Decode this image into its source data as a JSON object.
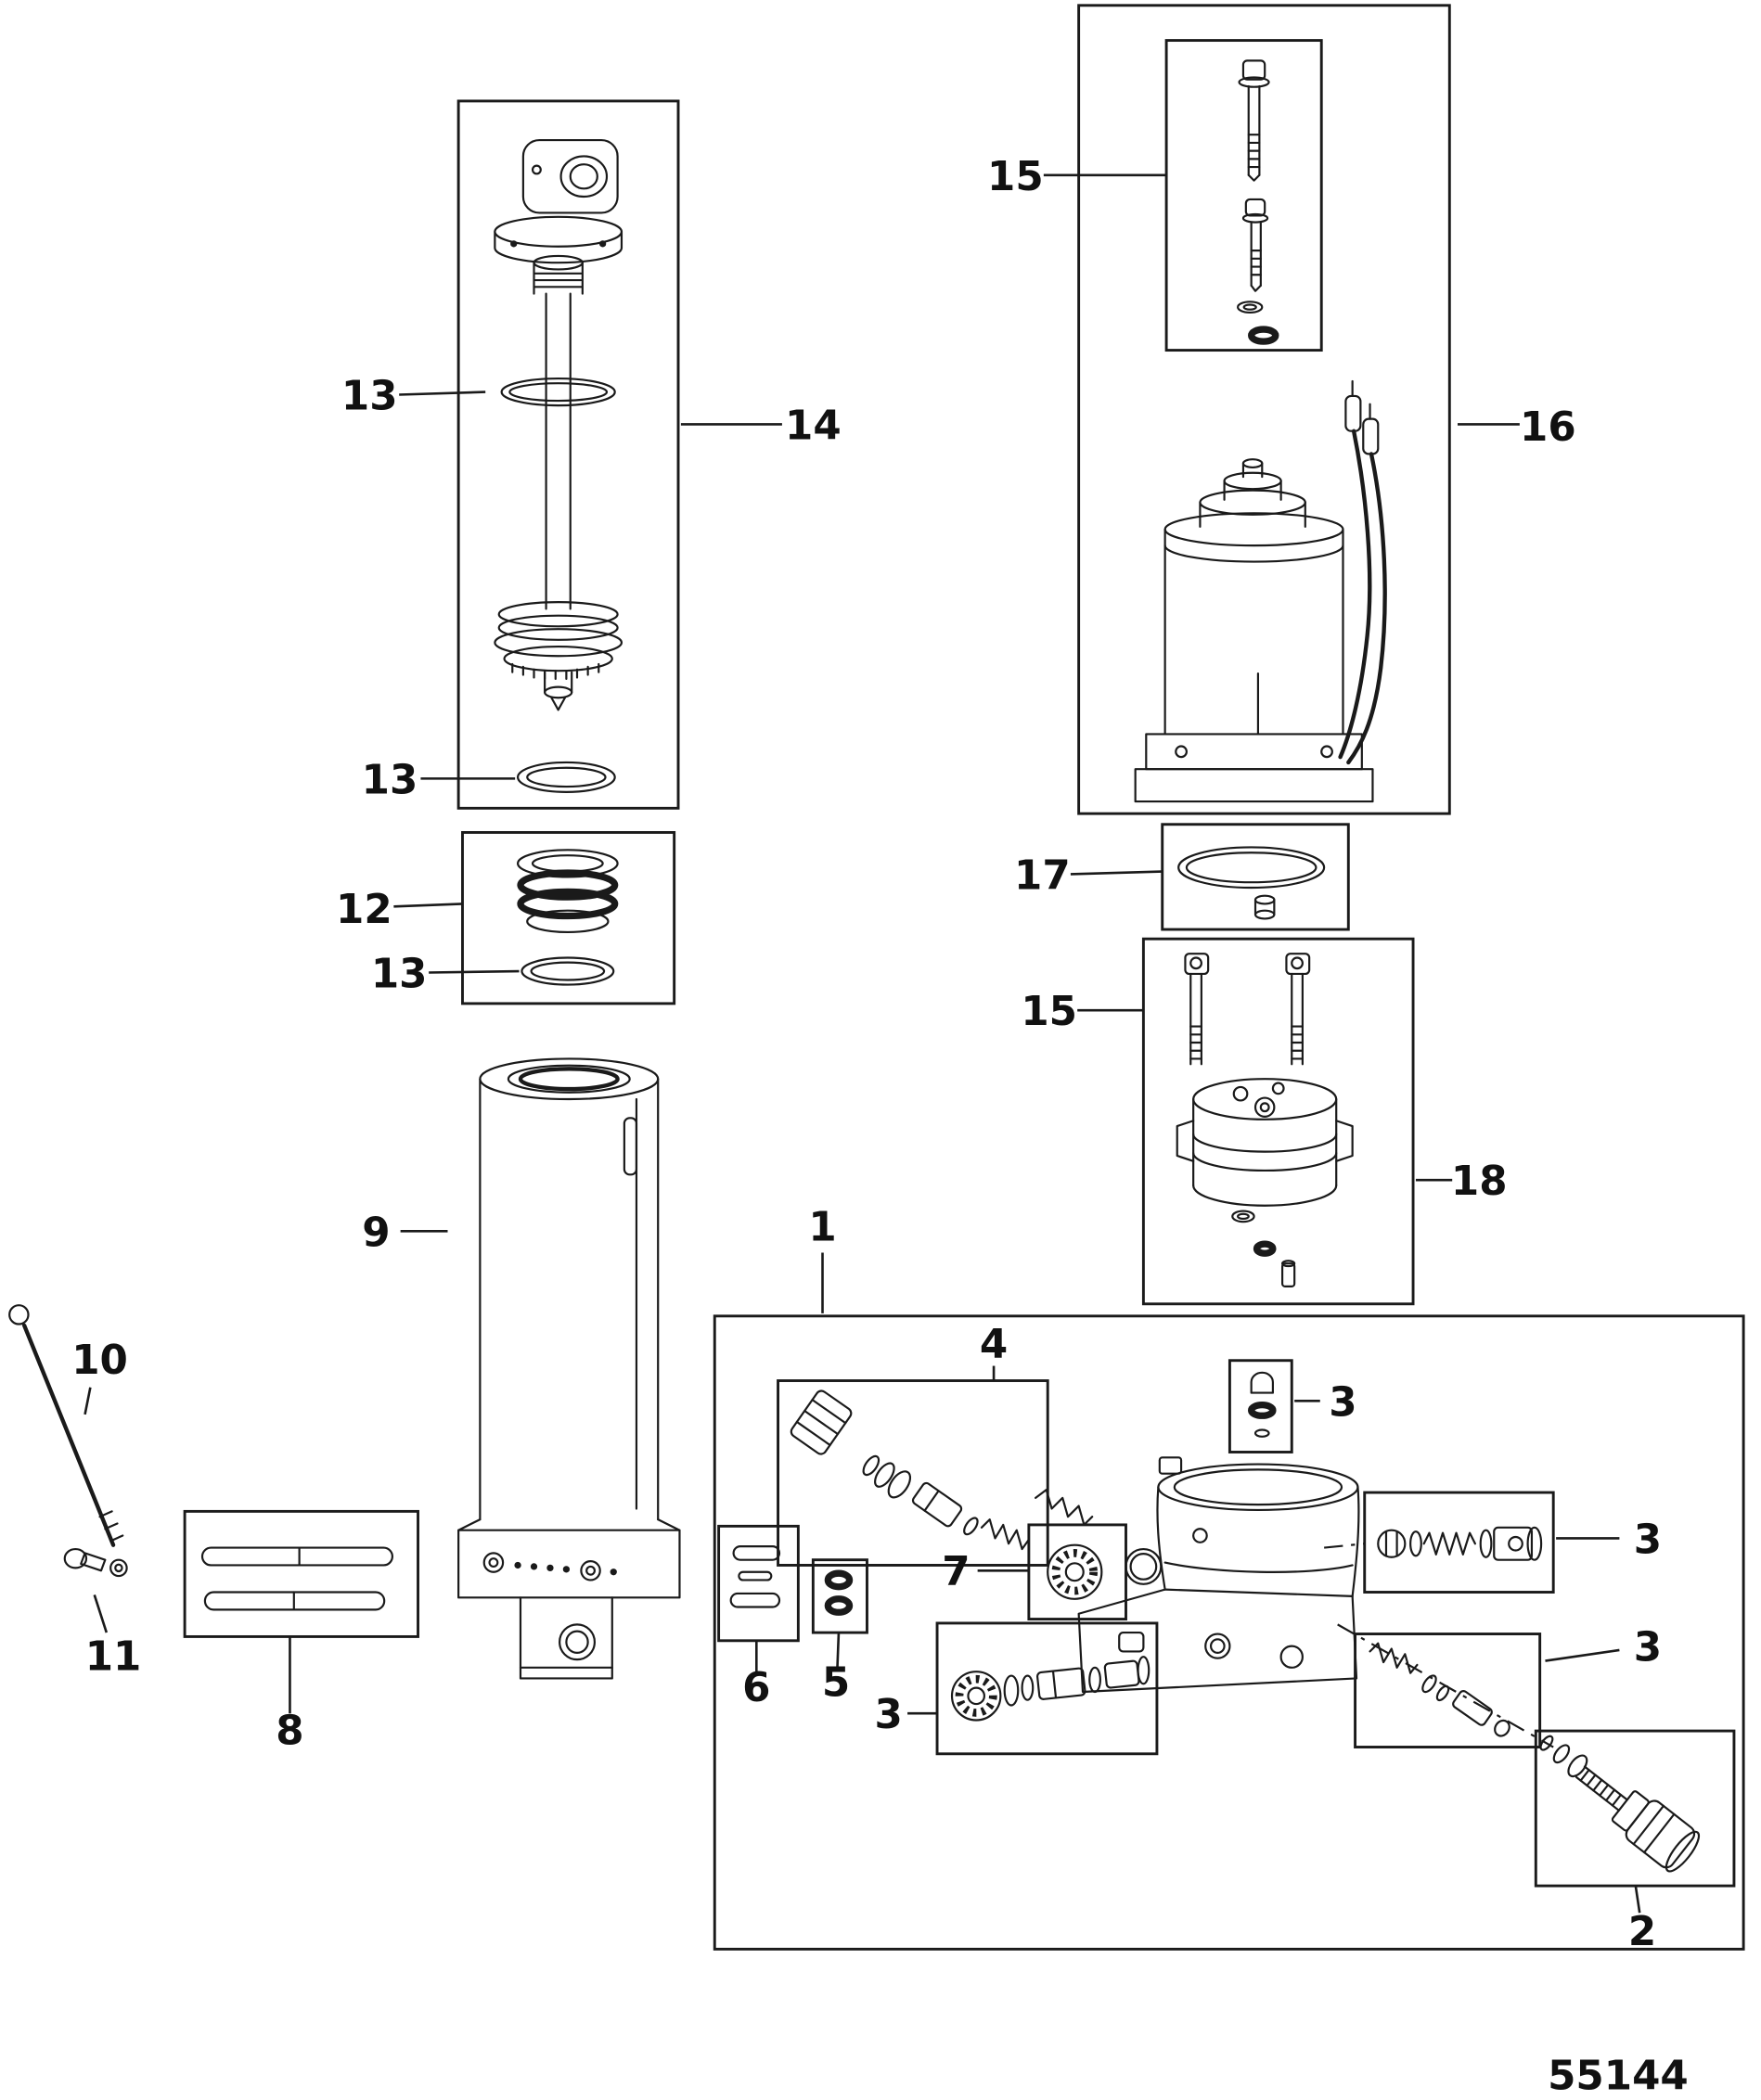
{
  "diagram": {
    "code": "55144",
    "callouts": {
      "1": "1",
      "2": "2",
      "3": "3",
      "4": "4",
      "5": "5",
      "6": "6",
      "7": "7",
      "8": "8",
      "9": "9",
      "10": "10",
      "11": "11",
      "12": "12",
      "13": "13",
      "14": "14",
      "15": "15",
      "16": "16",
      "17": "17",
      "18": "18"
    }
  },
  "colors": {
    "line": "#1a1a1a",
    "text": "#111111",
    "background": "#ffffff"
  }
}
